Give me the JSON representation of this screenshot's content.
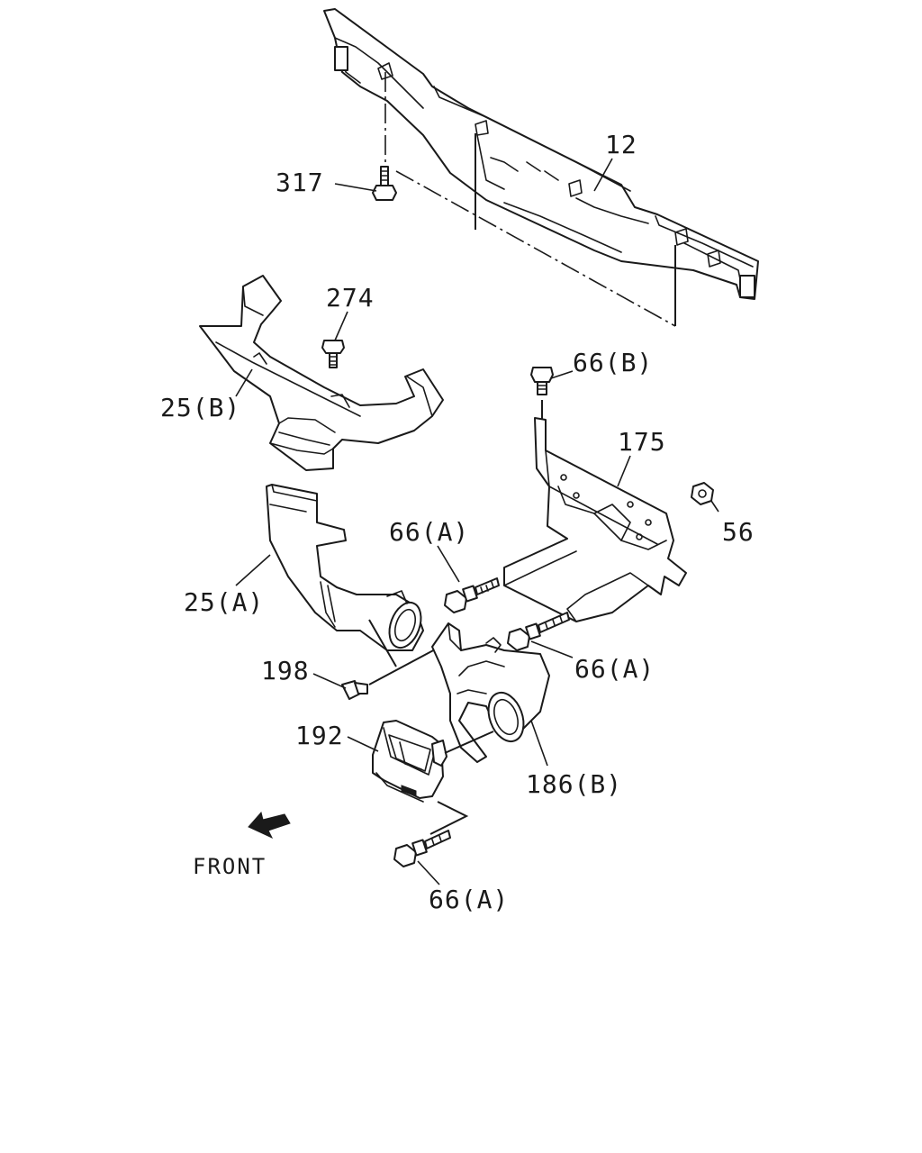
{
  "diagram": {
    "callouts": {
      "p12": "12",
      "p317": "317",
      "p274": "274",
      "p25b": "25(B)",
      "p66b": "66(B)",
      "p175": "175",
      "p56": "56",
      "p66a_1": "66(A)",
      "p25a": "25(A)",
      "p66a_2": "66(A)",
      "p198": "198",
      "p192": "192",
      "p186b": "186(B)",
      "p66a_3": "66(A)"
    },
    "orientation_label": "FRONT",
    "icons": [
      "front-arrow-icon"
    ]
  }
}
